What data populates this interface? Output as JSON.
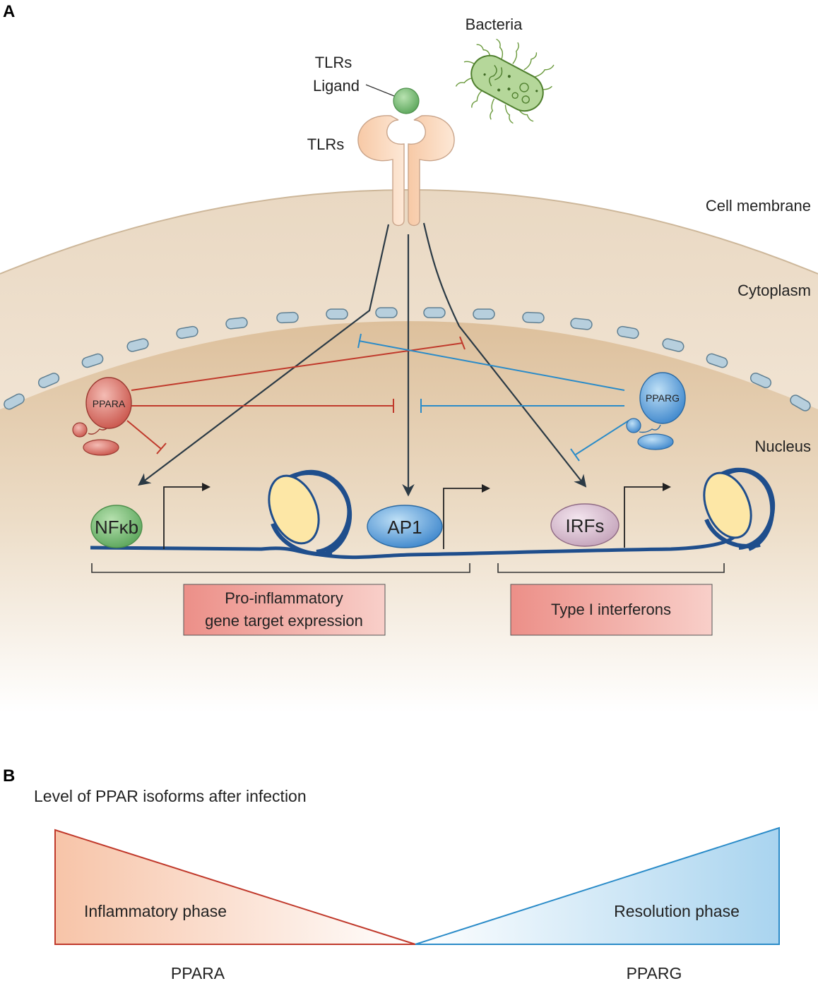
{
  "panel_a": {
    "label": "A",
    "bacteria": "Bacteria",
    "ligand_line1": "TLRs",
    "ligand_line2": "Ligand",
    "receptor": "TLRs",
    "cell_membrane": "Cell membrane",
    "cytoplasm": "Cytoplasm",
    "nucleus": "Nucleus",
    "ppara": "PPARA",
    "pparg": "PPARG",
    "nfkb": "NFκb",
    "ap1": "AP1",
    "irfs": "IRFs",
    "box_left_line1": "Pro-inflammatory",
    "box_left_line2": "gene target expression",
    "box_right": "Type I interferons"
  },
  "panel_b": {
    "label": "B",
    "title": "Level of PPAR isoforms after infection",
    "left_phase": "Inflammatory phase",
    "right_phase": "Resolution phase",
    "left_isoform": "PPARA",
    "right_isoform": "PPARG"
  },
  "colors": {
    "inhibit_red": "#c0392b",
    "inhibit_blue": "#2a8bc8",
    "dna": "#1f4e8c",
    "arrow": "#2b3a45"
  }
}
